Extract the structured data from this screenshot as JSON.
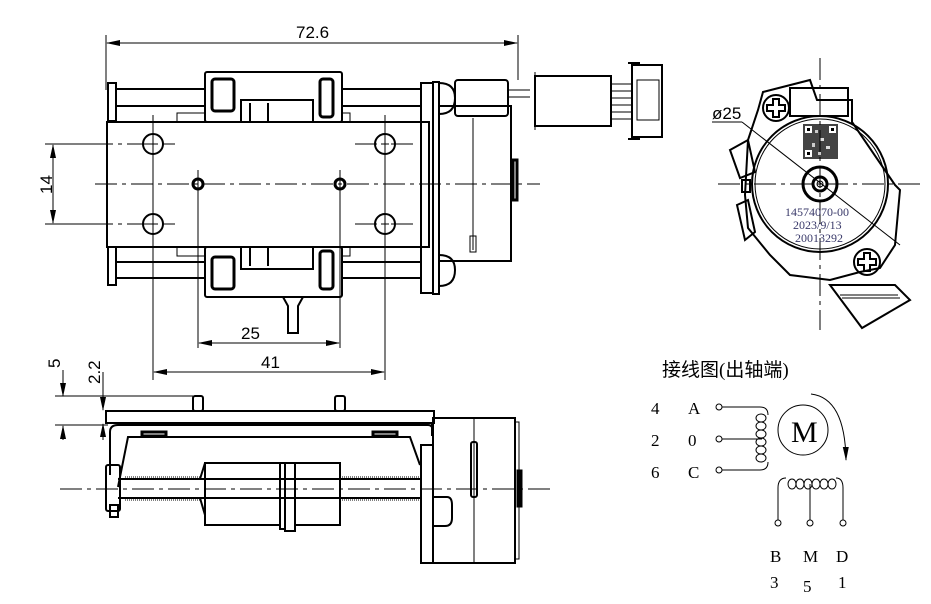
{
  "dimensions": {
    "overall_length": "72.6",
    "hole_vertical_spacing": "14",
    "mount_spacing_inner": "25",
    "mount_spacing_outer": "41",
    "side_height_total": "5",
    "side_height_plate": "2.2",
    "motor_diameter": "ø25"
  },
  "motor_label": {
    "part_number": "14574070-00",
    "date": "2023/9/13",
    "serial": "20013292"
  },
  "wiring": {
    "title": "接线图(出轴端)",
    "motor_symbol": "M",
    "left_coil_pins": [
      {
        "number": "4",
        "letter": "A"
      },
      {
        "number": "2",
        "letter": "0"
      },
      {
        "number": "6",
        "letter": "C"
      }
    ],
    "bottom_coil_pins": [
      {
        "letter": "B",
        "number": "3"
      },
      {
        "letter": "M",
        "number": "5"
      },
      {
        "letter": "D",
        "number": "1"
      }
    ]
  },
  "colors": {
    "line": "#000000",
    "label_text": "#3a3a6a",
    "background": "#ffffff"
  }
}
